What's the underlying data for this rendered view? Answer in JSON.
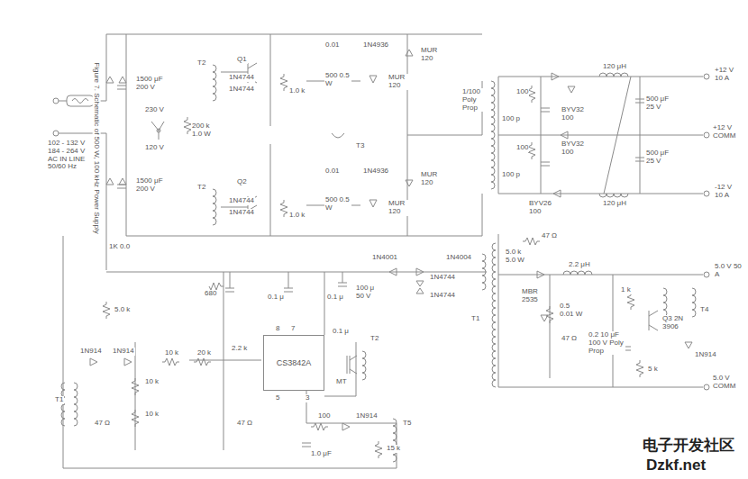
{
  "diagram": {
    "caption": "Figure 7. Schematic of 500 W, 100 kHz Power Supply",
    "nodes": [
      {
        "text": [
          "CS3842A"
        ]
      }
    ],
    "labels": [
      "102 - 132 V 184 - 264 V AC IN LINE 50/60 Hz",
      "1500 μF 200 V",
      "1500 μF 200 V",
      "230 V",
      "120 V",
      "200 k 1.0 W",
      "T2",
      "Q1",
      "1N4744",
      "1N4744",
      "1.0 k",
      "0.01",
      "1N4936",
      "500 0.5 W",
      "MUR 120",
      "MUR 120",
      "T3",
      "T2",
      "Q2",
      "1N4744",
      "1N4744",
      "1.0 k",
      "0.01",
      "1N4936",
      "500 0.5 W",
      "MUR 120",
      "MUR 120",
      "1/100 Poly Prop",
      "100",
      "100 p",
      "100",
      "100 p",
      "BYV32 100",
      "BYV32 100",
      "BYV26 100",
      "120 μH",
      "120 μH",
      "500 μF 25 V",
      "500 μF 25 V",
      "+12 V 10 A",
      "+12 V COMM",
      "-12 V 10 A",
      "5.0 k 5.0 W",
      "47 Ω",
      "2.2 μH",
      "5.0 V 50 A",
      "5.0 V COMM",
      "MBR 2535",
      "0.5 0.01 W",
      "47 Ω",
      "1 k",
      "Q3 2N 3906",
      "0.2 10 μF 100 V Poly Prop",
      "5 k",
      "1N914",
      "T4",
      "1K 0.0",
      "1N4001",
      "1N4004",
      "1N4744",
      "1N4744",
      "100 μ 50 V",
      "0.1 μ",
      "0.1 μ",
      "680",
      "T1",
      "5.0 k",
      "2.2 k",
      "8",
      "7",
      "5",
      "3",
      "0.1 μ",
      "T2",
      "MT",
      "1N914",
      "1N914",
      "10 k",
      "20 k",
      "10 k",
      "10 k",
      "T1",
      "47 Ω",
      "47 Ω",
      "100",
      "1N914",
      "1.0 μF",
      "15 k",
      "T5",
      "电子开发社区",
      "Dzkf.net"
    ]
  }
}
